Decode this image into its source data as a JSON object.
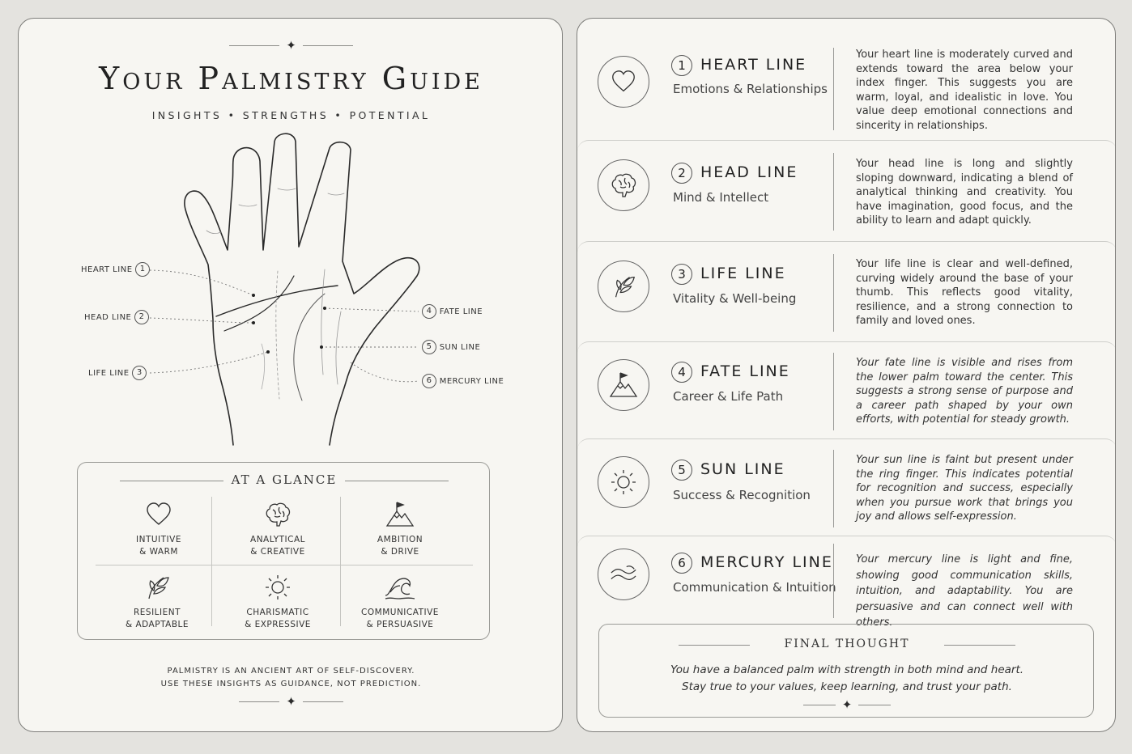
{
  "guide": {
    "title": "Your Palmistry Guide",
    "subtitle": "INSIGHTS  •  STRENGTHS  •  POTENTIAL"
  },
  "hand_labels": [
    {
      "num": "1",
      "label": "HEART LINE"
    },
    {
      "num": "2",
      "label": "HEAD LINE"
    },
    {
      "num": "3",
      "label": "LIFE LINE"
    },
    {
      "num": "4",
      "label": "FATE LINE"
    },
    {
      "num": "5",
      "label": "SUN LINE"
    },
    {
      "num": "6",
      "label": "MERCURY LINE"
    }
  ],
  "glance": {
    "title": "AT A GLANCE",
    "items": [
      {
        "icon": "heart-icon",
        "line1": "INTUITIVE",
        "line2": "& WARM"
      },
      {
        "icon": "brain-icon",
        "line1": "ANALYTICAL",
        "line2": "& CREATIVE"
      },
      {
        "icon": "mountain-flag-icon",
        "line1": "AMBITION",
        "line2": "& DRIVE"
      },
      {
        "icon": "leaf-icon",
        "line1": "RESILIENT",
        "line2": "& ADAPTABLE"
      },
      {
        "icon": "sun-icon",
        "line1": "CHARISMATIC",
        "line2": "& EXPRESSIVE"
      },
      {
        "icon": "wave-icon",
        "line1": "COMMUNICATIVE",
        "line2": "& PERSUASIVE"
      }
    ]
  },
  "footer": {
    "line1": "PALMISTRY IS AN ANCIENT ART OF SELF-DISCOVERY.",
    "line2": "USE THESE INSIGHTS AS GUIDANCE, NOT PREDICTION."
  },
  "lines": [
    {
      "num": "1",
      "title": "HEART LINE",
      "subtitle": "Emotions & Relationships",
      "icon": "heart-icon",
      "italic": false,
      "description": "Your heart line is moderately curved and extends toward the area below your index finger. This suggests you are warm, loyal, and idealistic in love. You value deep emotional connections and sincerity in relationships."
    },
    {
      "num": "2",
      "title": "HEAD LINE",
      "subtitle": "Mind & Intellect",
      "icon": "brain-icon",
      "italic": false,
      "description": "Your head line is long and slightly sloping downward, indicating a blend of analytical thinking and creativity. You have imagination, good focus, and the ability to learn and adapt quickly."
    },
    {
      "num": "3",
      "title": "LIFE LINE",
      "subtitle": "Vitality & Well-being",
      "icon": "leaf-icon",
      "italic": false,
      "description": "Your life line is clear and well-defined, curving widely around the base of your thumb. This reflects good vitality, resilience, and a strong connection to family and loved ones."
    },
    {
      "num": "4",
      "title": "FATE LINE",
      "subtitle": "Career & Life Path",
      "icon": "mountain-flag-icon",
      "italic": true,
      "description": "Your fate line is visible and rises from the lower palm toward the center. This suggests a strong sense of purpose and a career path shaped by your own efforts, with potential for steady growth."
    },
    {
      "num": "5",
      "title": "SUN LINE",
      "subtitle": "Success & Recognition",
      "icon": "sun-icon",
      "italic": true,
      "description": "Your sun line is faint but present under the ring finger. This indicates potential for recognition and success, especially when you pursue work that brings you joy and allows self-expression."
    },
    {
      "num": "6",
      "title": "MERCURY LINE",
      "subtitle": "Communication & Intuition",
      "icon": "wave-icon",
      "italic": true,
      "description": "Your mercury line is light and fine, showing good communication skills, intuition, and adaptability. You are persuasive and can connect well with others."
    }
  ],
  "final": {
    "title": "FINAL THOUGHT",
    "line1": "You have a balanced palm with strength in both mind and heart.",
    "line2": "Stay true to your values, keep learning, and trust your path."
  }
}
